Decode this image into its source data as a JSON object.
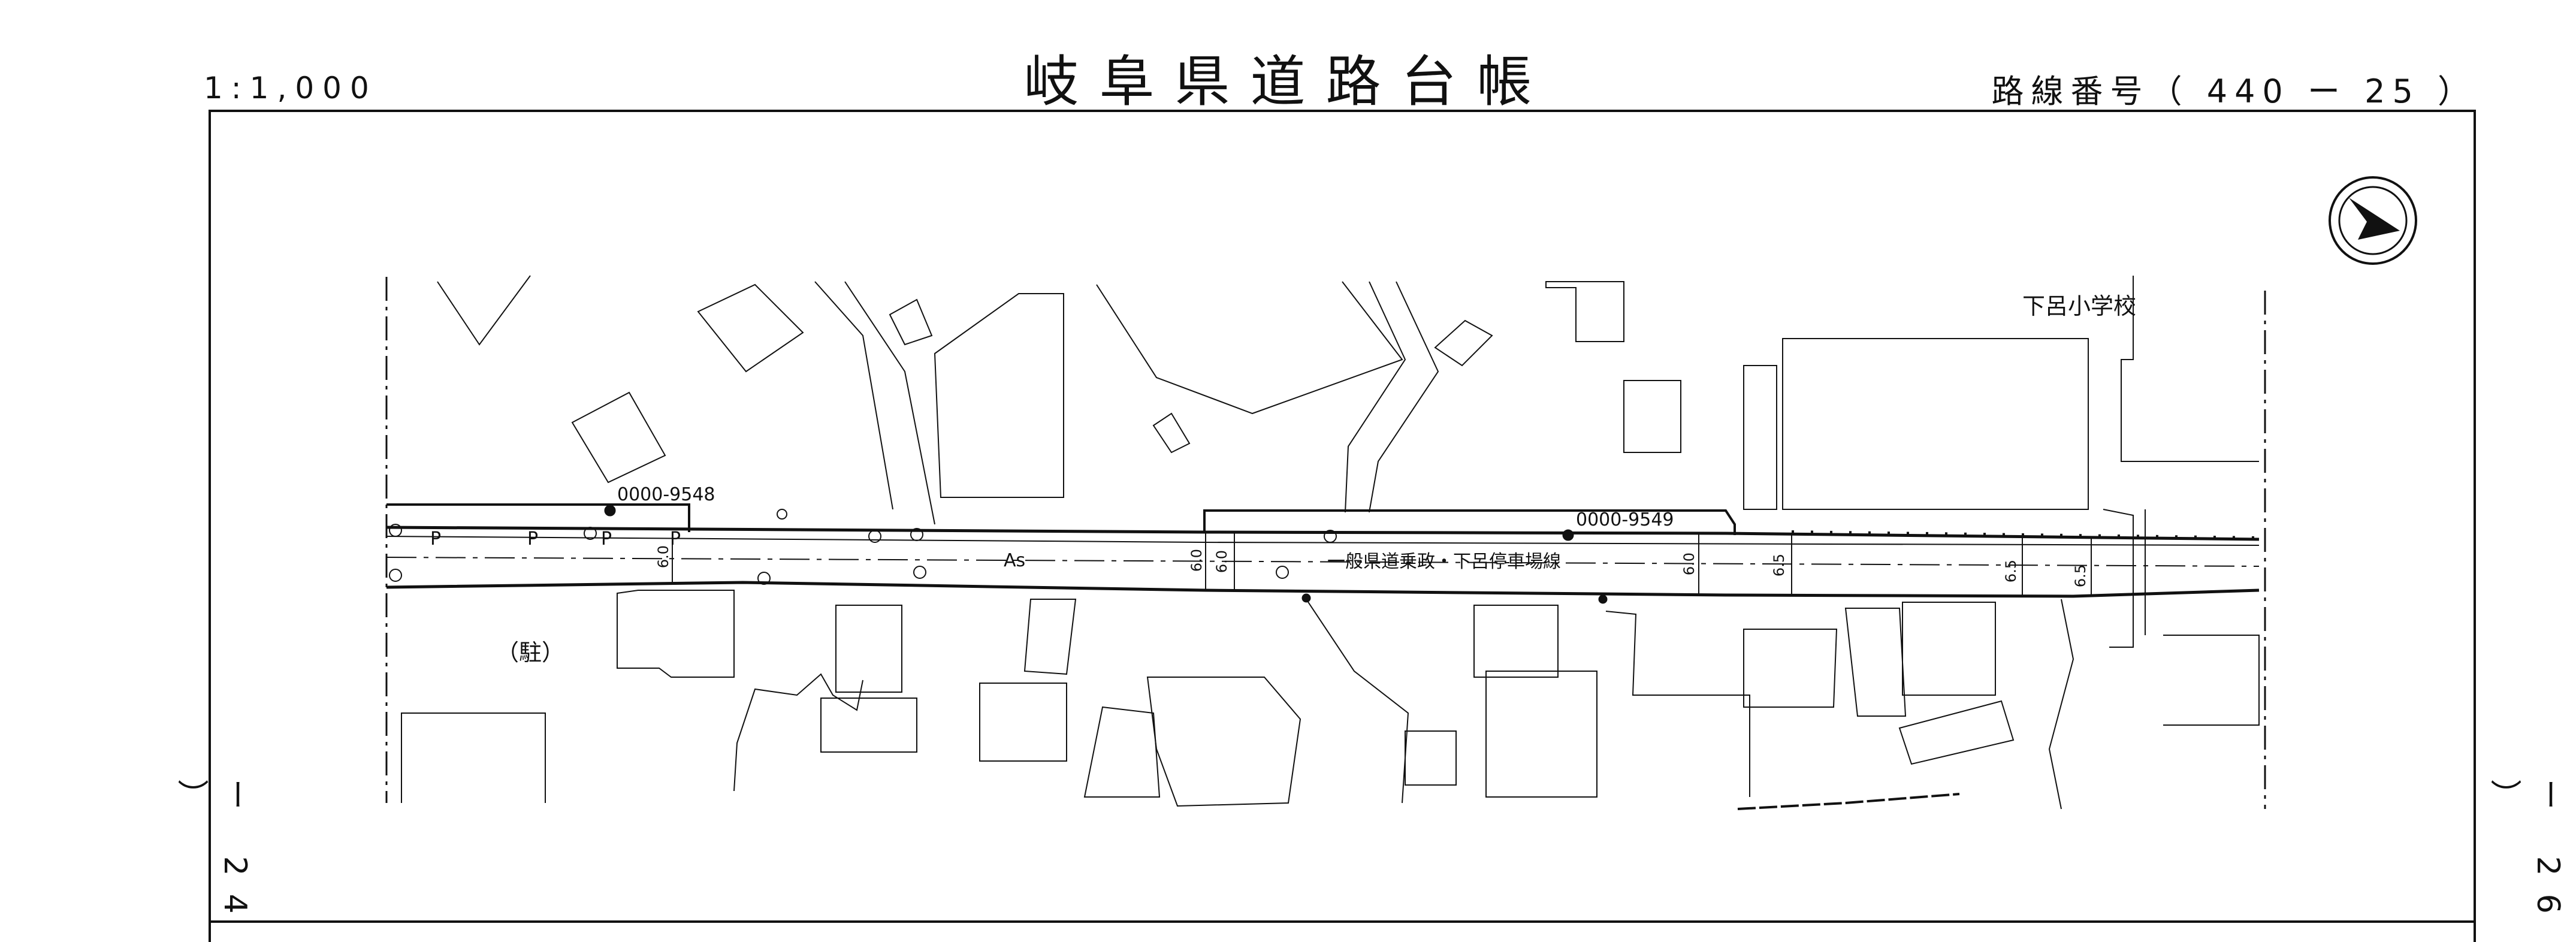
{
  "header": {
    "title": "岐阜県道路台帳",
    "scale": "1:1,000",
    "route_label": "路線番号（ 440 ー 25 ）"
  },
  "margins": {
    "left_sheet": "ー 24 ）",
    "right_sheet": "ー 26 ）"
  },
  "map": {
    "road_name": "一般県道乗政・下呂停車場線",
    "school": "下呂小学校",
    "parking": "（駐）",
    "markers": [
      "0000-9548",
      "0000-9549"
    ],
    "surface": "As",
    "parking_symbol": "P",
    "widths": [
      "6.0",
      "6.0",
      "6.0",
      "6.0",
      "6.5",
      "6.5",
      "6.5"
    ],
    "colors": {
      "line": "#111111",
      "paper": "#ffffff"
    }
  }
}
